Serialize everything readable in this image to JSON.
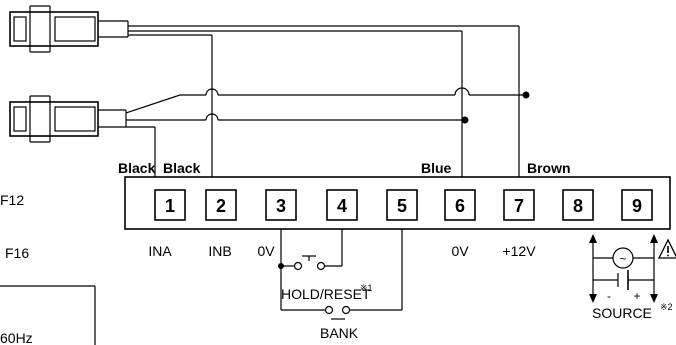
{
  "wire_labels": {
    "black1": "Black",
    "black2": "Black",
    "blue": "Blue",
    "brown": "Brown"
  },
  "terminals": [
    "1",
    "2",
    "3",
    "4",
    "5",
    "6",
    "7",
    "8",
    "9"
  ],
  "terminal_labels": {
    "t1": "INA",
    "t2": "INB",
    "t3": "0V",
    "t6": "0V",
    "t7": "+12V"
  },
  "switch_labels": {
    "hold_reset": "HOLD/RESET",
    "hold_reset_note": "※1",
    "bank": "BANK"
  },
  "source": {
    "label": "SOURCE",
    "note": "※2",
    "minus": "-",
    "plus": "+",
    "ac_symbol": "~"
  },
  "side_text": {
    "f12": "F12",
    "f16": "F16",
    "freq": "60Hz"
  }
}
